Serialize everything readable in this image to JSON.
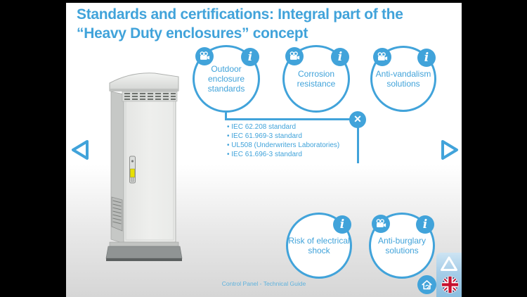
{
  "colors": {
    "accent": "#41a3da"
  },
  "title": "Standards and certifications: Integral part of the “Heavy Duty enclosures” concept",
  "topics": {
    "outdoor": {
      "label": "Outdoor enclosure standards"
    },
    "corrosion": {
      "label": "Corrosion resistance"
    },
    "vandalism": {
      "label": "Anti-vandalism solutions"
    },
    "shock": {
      "label": "Risk of electrical shock"
    },
    "burglary": {
      "label": "Anti-burglary solutions"
    }
  },
  "popup": {
    "standards": [
      "IEC 62.208 standard",
      "IEC 61.969-3 standard",
      "UL508 (Underwriters Laboratories)",
      "IEC 61.696-3 standard"
    ]
  },
  "icons": {
    "info_glyph": "i",
    "close_glyph": "✕"
  },
  "footer": {
    "caption": "Control Panel - Technical Guide"
  }
}
